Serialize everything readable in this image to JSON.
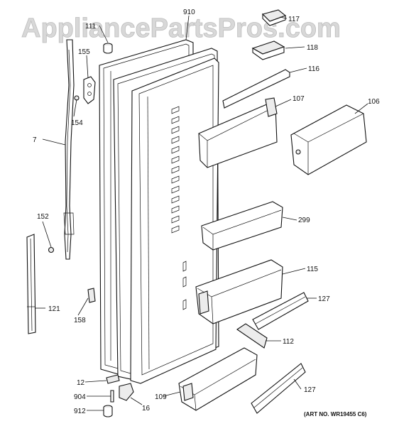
{
  "watermark": "AppliancePartsPros.com",
  "art_number": "(ART NO. WR19455 C6)",
  "callouts": {
    "p910": "910",
    "p117": "117",
    "p111": "111",
    "p118": "118",
    "p155": "155",
    "p116": "116",
    "p107": "107",
    "p106": "106",
    "p154": "154",
    "p7": "7",
    "p299": "299",
    "p152": "152",
    "p115": "115",
    "p127a": "127",
    "p121": "121",
    "p158": "158",
    "p112": "112",
    "p12": "12",
    "p904": "904",
    "p109": "109",
    "p16": "16",
    "p127b": "127",
    "p912": "912"
  }
}
